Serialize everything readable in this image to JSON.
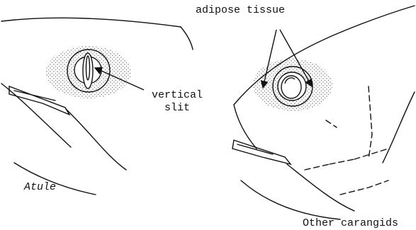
{
  "labels": {
    "adipose": "adipose tissue",
    "vertical_line1": "vertical",
    "vertical_line2": "slit",
    "atule": "Atule",
    "other": "Other carangids"
  },
  "colors": {
    "ink": "#111111",
    "background": "#ffffff"
  }
}
